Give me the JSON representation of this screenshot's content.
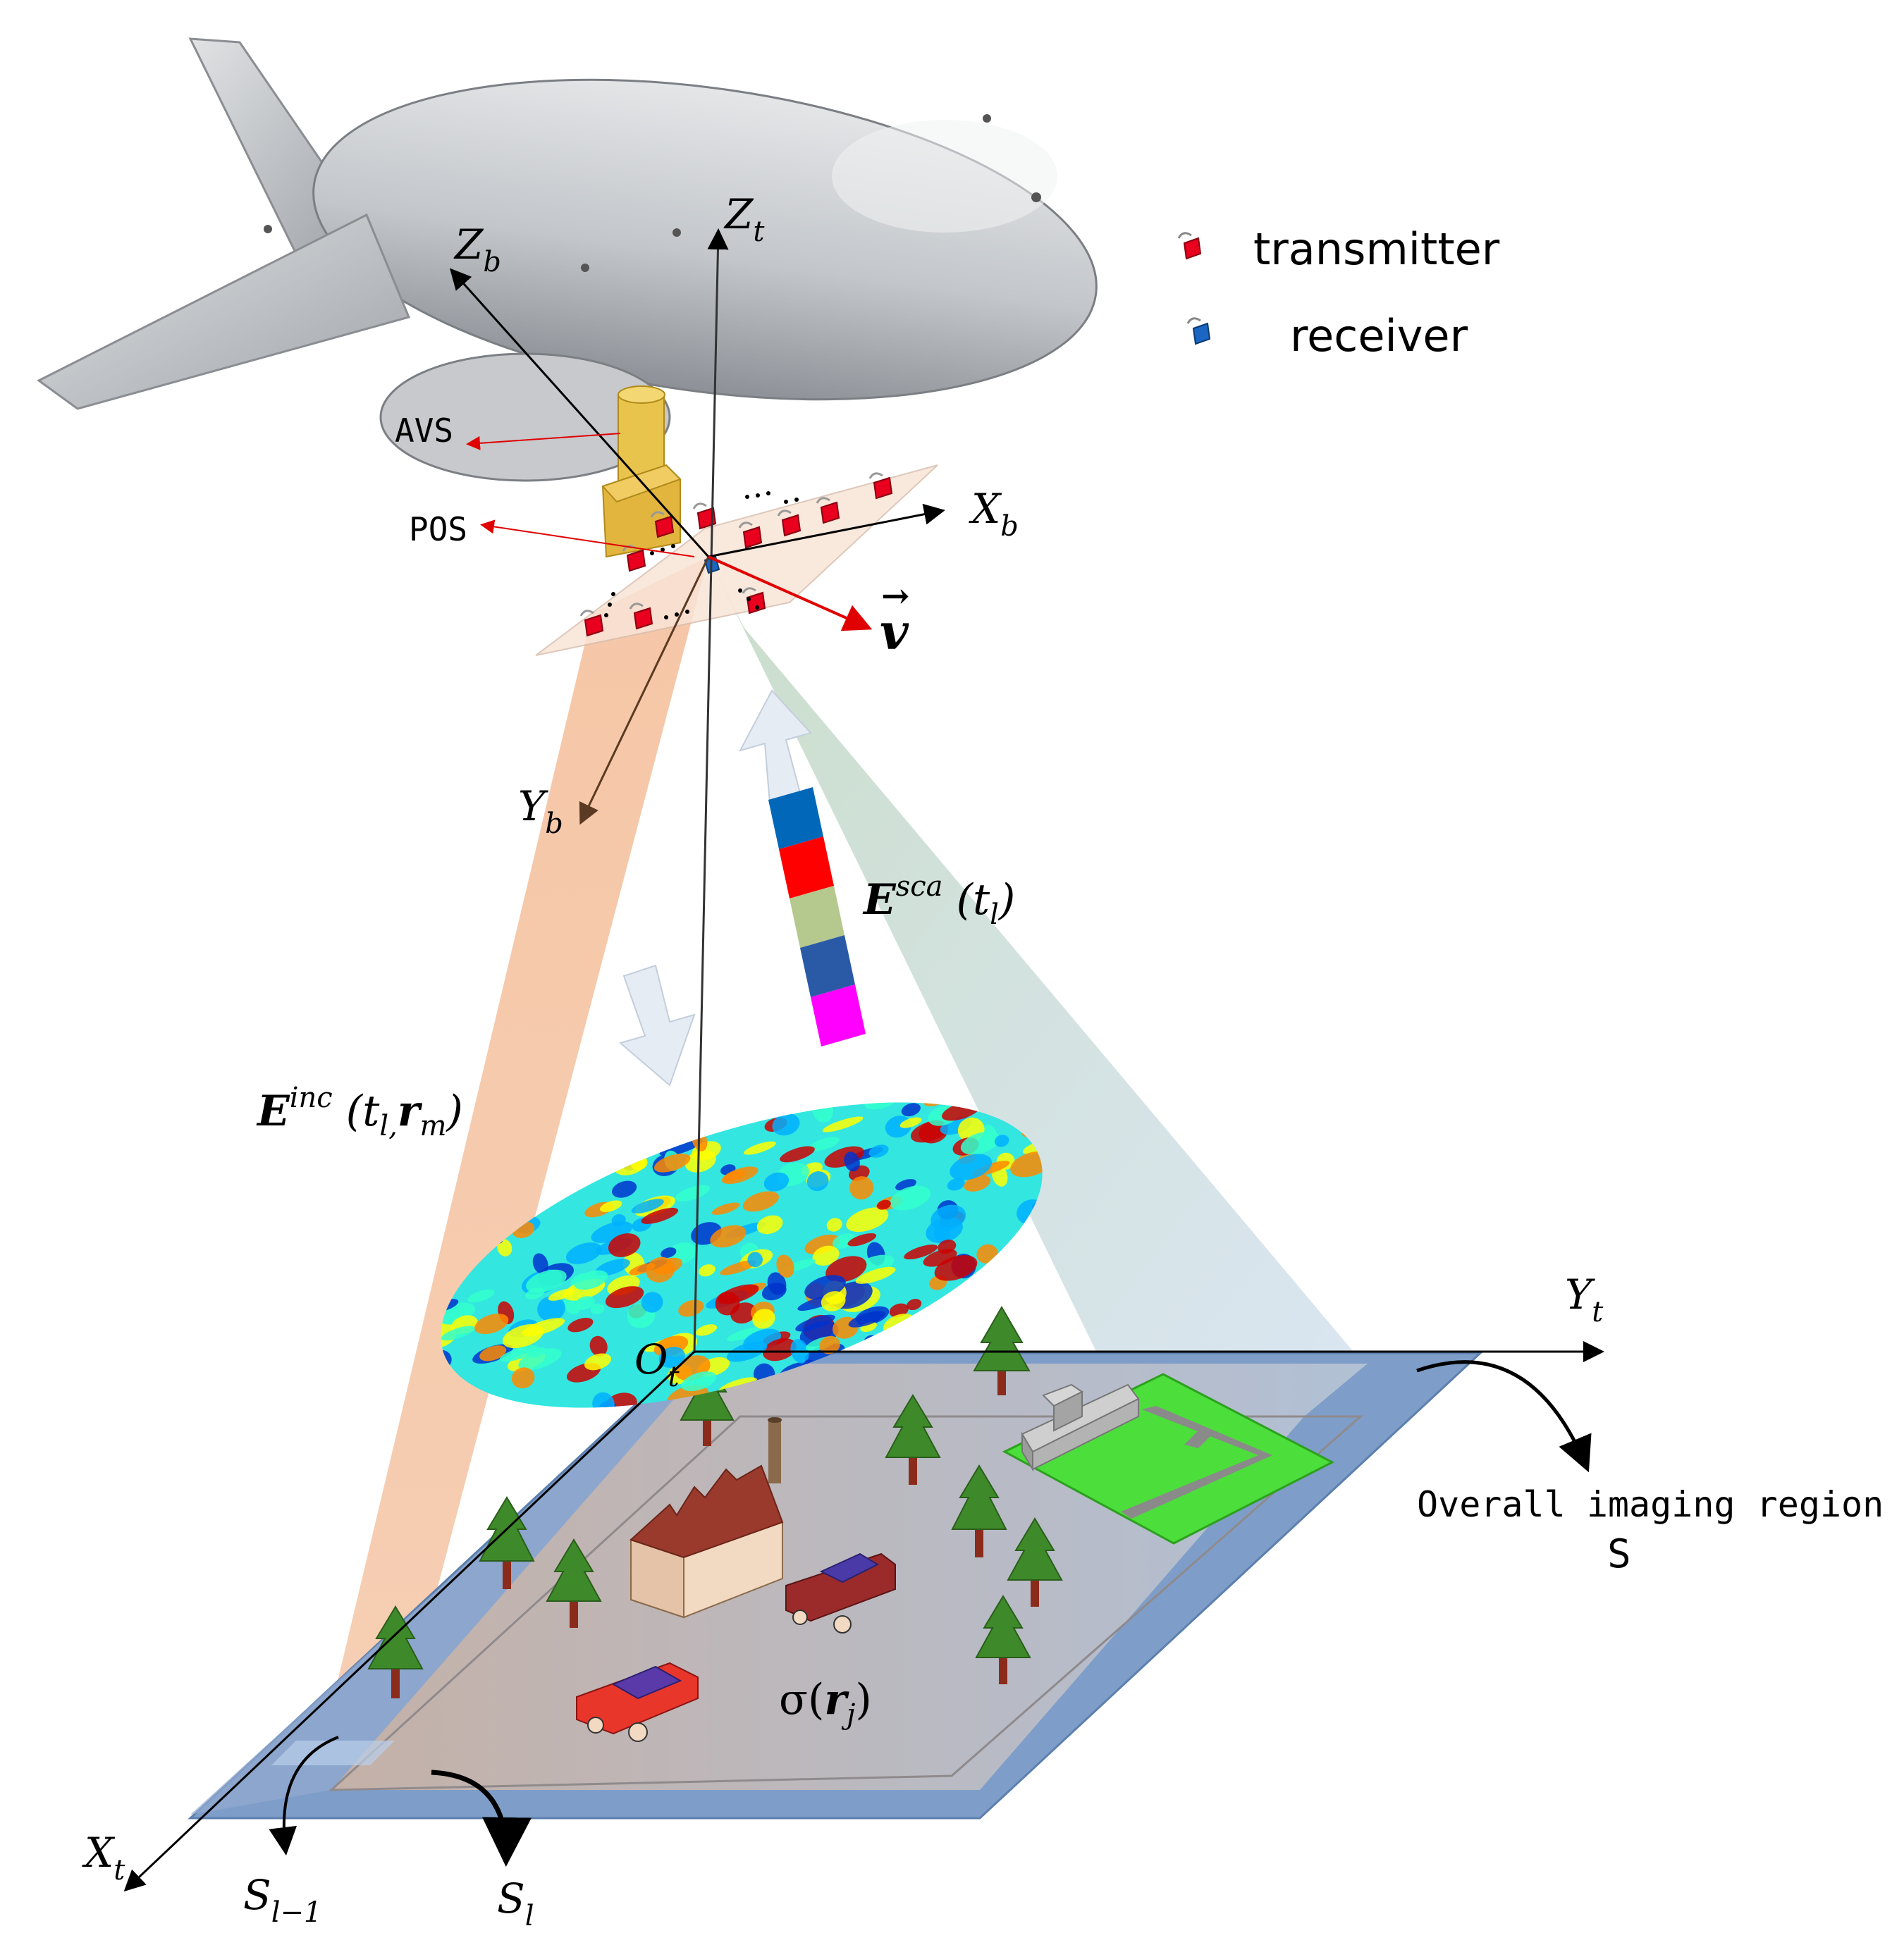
{
  "legend": {
    "transmitter": "transmitter",
    "receiver": "receiver",
    "transmitter_color": "#e8001e",
    "receiver_color": "#1a66c2"
  },
  "axes": {
    "z_t": {
      "main": "Z",
      "sub": "t"
    },
    "z_b": {
      "main": "Z",
      "sub": "b"
    },
    "x_b": {
      "main": "X",
      "sub": "b"
    },
    "y_b": {
      "main": "Y",
      "sub": "b"
    },
    "y_t": {
      "main": "Y",
      "sub": "t"
    },
    "x_t": {
      "main": "X",
      "sub": "t"
    },
    "o_t": {
      "main": "O",
      "sub": "t"
    }
  },
  "labels": {
    "avs": "AVS",
    "pos": "POS",
    "velocity": "v",
    "velocity_arrow": "→",
    "overall_region": "Overall imaging region",
    "overall_region_symbol": "S",
    "s_prev": {
      "main": "S",
      "sub": "l−1"
    },
    "s_curr": {
      "main": "S",
      "sub": "l"
    }
  },
  "equations": {
    "e_sca": {
      "symbol": "E",
      "sup": "sca",
      "open": "(t",
      "sub": "l",
      "close": ")"
    },
    "e_inc": {
      "symbol": "E",
      "sup": "inc",
      "open": "(t",
      "sub": "l,",
      "r": "r",
      "rsub": "m",
      "close": ")"
    },
    "sigma": {
      "prefix": "σ(",
      "r": "r",
      "sub": "j",
      "close": ")"
    }
  },
  "colors": {
    "airship": "#c9cbce",
    "array_plate": "#f9e4d6",
    "illum_beam": "#f0b994",
    "scatter_beam": "#c5d7cc",
    "ground": "#a9bfdc",
    "ground_inner": "#c7b3ad",
    "velocity": "#e00000",
    "pattern": [
      "#0033cc",
      "#00b0ff",
      "#33ffcc",
      "#ffff00",
      "#ff8800",
      "#cc0000"
    ],
    "signal_blocks": [
      "#0067b9",
      "#ff0000",
      "#b5c98e",
      "#2a5aa6",
      "#ff00ff"
    ]
  }
}
